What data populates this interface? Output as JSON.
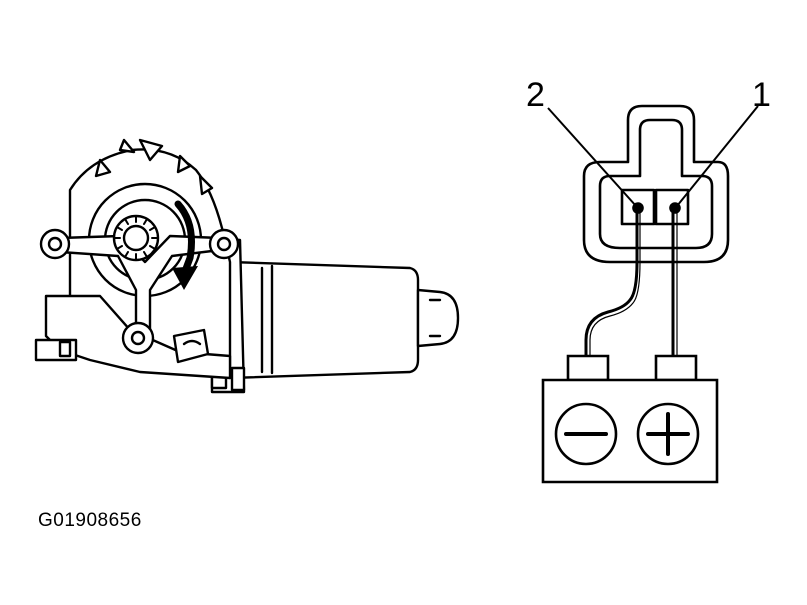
{
  "pins": {
    "left_label": "2",
    "right_label": "1"
  },
  "battery": {
    "negative_symbol": "minus-icon",
    "positive_symbol": "plus-icon"
  },
  "figure_code": "G01908656",
  "colors": {
    "line": "#000000",
    "background": "#ffffff"
  }
}
